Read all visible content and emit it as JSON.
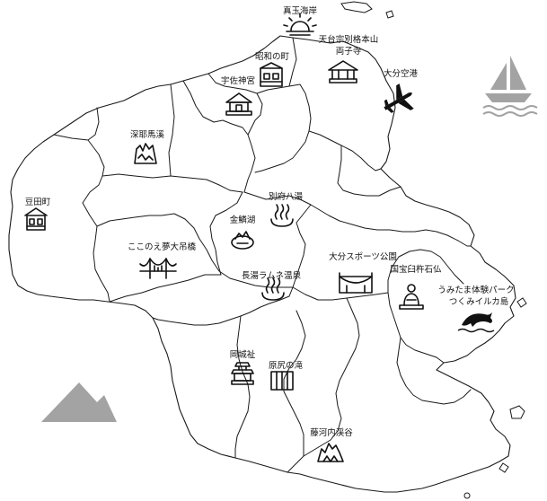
{
  "map": {
    "labels": {
      "matama": "真玉海岸",
      "tendai": "天台宗別格本山",
      "futago": "両子寺",
      "showa": "昭和の町",
      "usa": "宇佐神宮",
      "airport": "大分空港",
      "yabakei": "深耶馬溪",
      "mameda": "豆田町",
      "beppu": "別府八湯",
      "kinrin": "金鱗湖",
      "kokonoe": "ここのえ夢大吊橋",
      "stadium": "大分スポーツ公園",
      "usuki": "国宝臼杵石仏",
      "nagayu": "長湯ラムネ温泉",
      "umitamago_1": "うみたま体験パーク",
      "umitamago_2": "つくみイルカ島",
      "oka": "岡城祉",
      "harajiri": "原尻の滝",
      "fujikawachi": "藤河内渓谷"
    },
    "icons": {
      "matama": "sunset-icon",
      "futago": "temple-icon",
      "showa": "old-building-icon",
      "usa": "shrine-icon",
      "airport": "airplane-icon",
      "yabakei": "rock-formation-icon",
      "mameda": "townhouse-icon",
      "beppu": "hot-spring-icon",
      "kinrin": "lake-icon",
      "kokonoe": "suspension-bridge-icon",
      "stadium": "stadium-icon",
      "usuki": "buddha-statue-icon",
      "nagayu": "hot-spring-icon",
      "umitamago": "dolphin-icon",
      "oka": "castle-icon",
      "harajiri": "waterfall-icon",
      "fujikawachi": "gorge-icon"
    },
    "decoration": {
      "sailboat": "sailboat-icon",
      "mountain": "mountain-icon",
      "color": "#a3a3a3"
    }
  }
}
